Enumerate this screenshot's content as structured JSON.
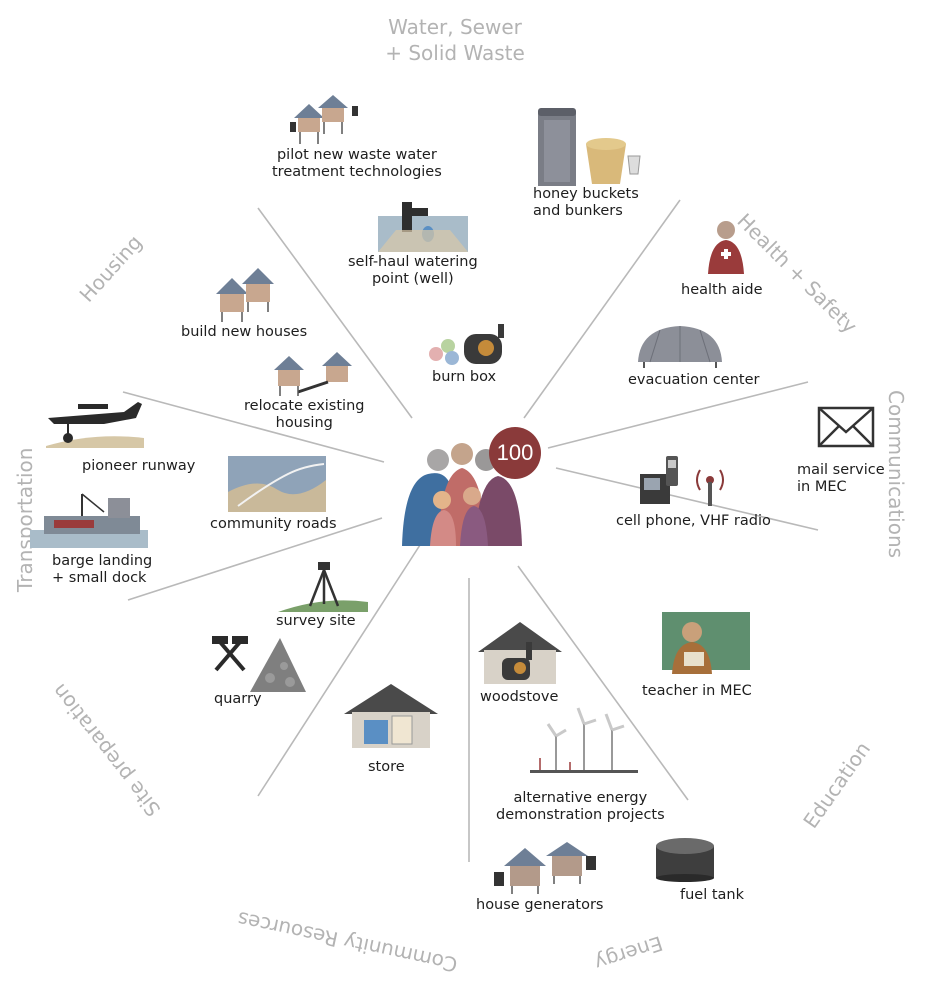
{
  "categories": {
    "water": "Water, Sewer\n+ Solid Waste",
    "health": "Health + Safety",
    "communications": "Communications",
    "education": "Education",
    "energy": "Energy",
    "community_resources": "Community Resources",
    "site_preparation": "Site preparation",
    "transportation": "Transportation",
    "housing": "Housing"
  },
  "center": {
    "badge": "100"
  },
  "items": {
    "pilot_waste_water": "pilot new waste water\ntreatment technologies",
    "self_haul": "self-haul watering\npoint (well)",
    "burn_box": "burn box",
    "honey_buckets": "honey buckets\nand bunkers",
    "health_aide": "health aide",
    "evacuation_center": "evacuation center",
    "mail_service": "mail service\nin MEC",
    "cell_phone": "cell phone, VHF radio",
    "teacher": "teacher in MEC",
    "woodstove": "woodstove",
    "alt_energy": "alternative energy\ndemonstration projects",
    "fuel_tank": "fuel tank",
    "house_generators": "house generators",
    "store": "store",
    "survey_site": "survey site",
    "quarry": "quarry",
    "pioneer_runway": "pioneer runway",
    "community_roads": "community roads",
    "barge_landing": "barge landing\n+ small dock",
    "build_new_houses": "build new houses",
    "relocate_housing": "relocate existing\nhousing"
  }
}
